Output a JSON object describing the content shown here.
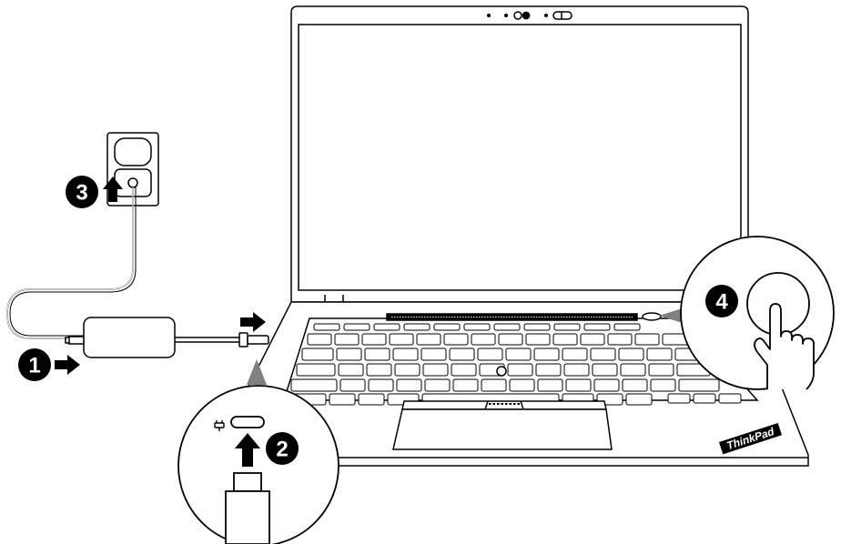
{
  "steps": [
    {
      "number": "1",
      "action": "connect-cable-to-adapter"
    },
    {
      "number": "2",
      "action": "connect-usb-c-to-laptop"
    },
    {
      "number": "3",
      "action": "plug-into-outlet"
    },
    {
      "number": "4",
      "action": "press-power-button"
    }
  ],
  "brand_logo": "ThinkPad",
  "colors": {
    "line": "#000000",
    "fill": "#ffffff",
    "badge": "#000000",
    "logo_bg": "#000000"
  },
  "icons": [
    "arrow-right-icon",
    "arrow-up-icon",
    "plug-icon",
    "usb-c-port-icon",
    "hand-pointer-icon",
    "power-button-icon",
    "wall-outlet-icon",
    "power-adapter-icon",
    "laptop-icon"
  ]
}
